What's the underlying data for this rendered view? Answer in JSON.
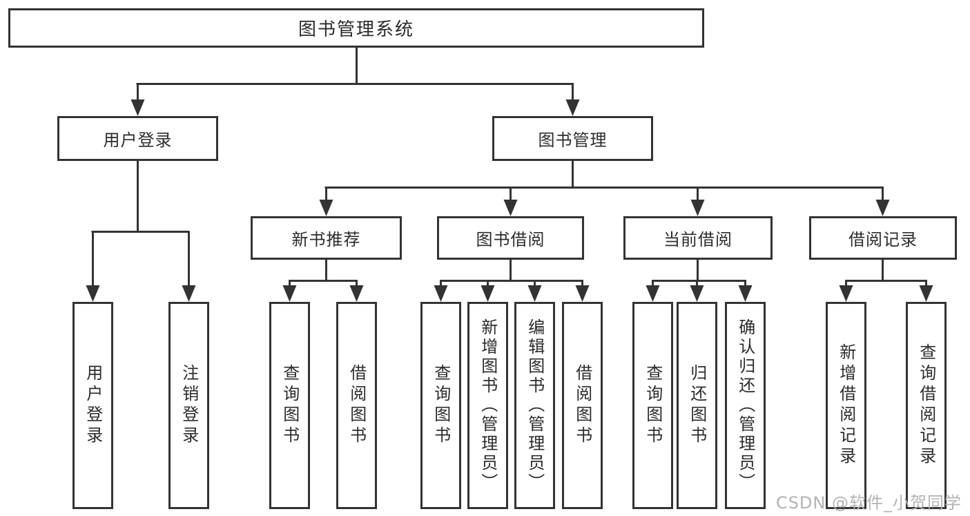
{
  "diagram": {
    "root": {
      "label": "图书管理系统"
    },
    "branches": [
      {
        "label": "用户登录",
        "leaves": [
          "用户登录",
          "注销登录"
        ]
      },
      {
        "label": "图书管理",
        "groups": [
          {
            "label": "新书推荐",
            "leaves": [
              "查询图书",
              "借阅图书"
            ]
          },
          {
            "label": "图书借阅",
            "leaves": [
              "查询图书",
              "新增图书（管理员）",
              "编辑图书（管理员）",
              "借阅图书"
            ]
          },
          {
            "label": "当前借阅",
            "leaves": [
              "查询图书",
              "归还图书",
              "确认归还（管理员）"
            ]
          },
          {
            "label": "借阅记录",
            "leaves": [
              "新增借阅记录",
              "查询借阅记录"
            ]
          }
        ]
      }
    ]
  },
  "watermark": {
    "text": "CSDN @软件_小贺同学"
  },
  "colors": {
    "line": "#333333",
    "text": "#2b2b2b",
    "watermark": "#b3b3b3",
    "background": "#ffffff"
  }
}
